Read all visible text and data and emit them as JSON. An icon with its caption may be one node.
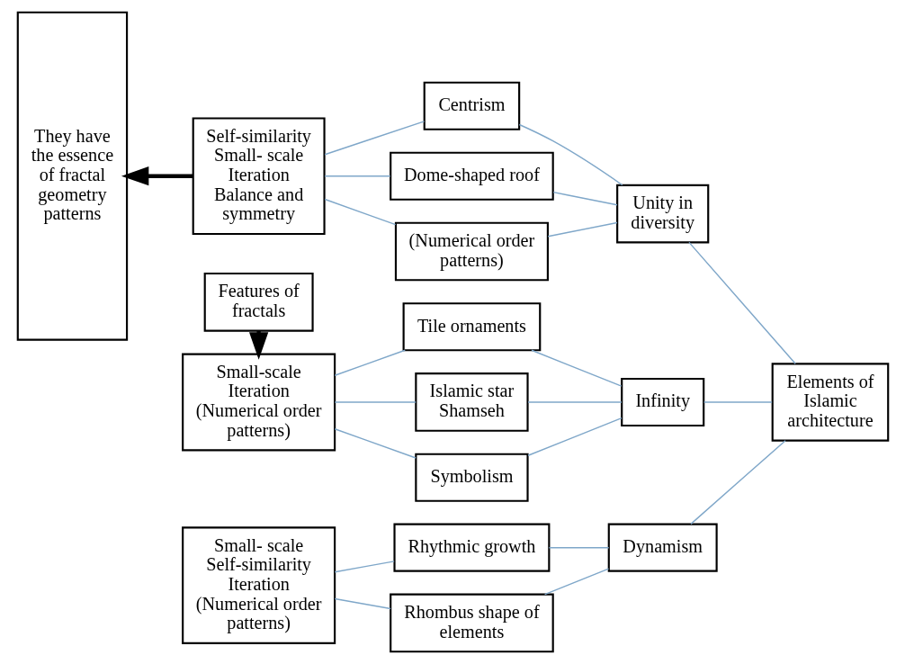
{
  "diagram": {
    "nodes": [
      {
        "text": [
          "They have the essence of fractal geometry patterns"
        ]
      },
      {
        "text": [
          "Features of fractals"
        ]
      },
      {
        "text": [
          "Small-scale Iteration (Numerical order patterns)"
        ]
      },
      {
        "text": [
          "Tile ornaments"
        ]
      },
      {
        "text": [
          "Islamic star Shamseh"
        ]
      },
      {
        "text": [
          "Symbolism"
        ]
      },
      {
        "text": [
          "Infinity"
        ]
      },
      {
        "text": [
          "Self-similarity Small- scale Iteration Balance and symmetry"
        ]
      },
      {
        "text": [
          "Centrism"
        ]
      },
      {
        "text": [
          "Dome-shaped roof"
        ]
      },
      {
        "text": [
          "(Numerical order patterns)"
        ]
      },
      {
        "text": [
          "Unity in diversity"
        ]
      },
      {
        "text": [
          "Small- scale Self-similarity Iteration (Numerical order patterns)"
        ]
      },
      {
        "text": [
          "Rhythmic growth"
        ]
      },
      {
        "text": [
          "Rhombus shape of elements"
        ]
      },
      {
        "text": [
          "Dynamism"
        ]
      },
      {
        "text": [
          "Elements of Islamic architecture"
        ]
      }
    ],
    "edges": [
      {
        "from": 1,
        "to": 2,
        "arrow": "to",
        "style": "thick",
        "color": "#000000"
      },
      {
        "from": 2,
        "to": 3,
        "arrow": "none"
      },
      {
        "from": 2,
        "to": 4,
        "arrow": "none"
      },
      {
        "from": 2,
        "to": 5,
        "arrow": "none"
      },
      {
        "from": 3,
        "to": 6,
        "arrow": "none"
      },
      {
        "from": 4,
        "to": 6,
        "arrow": "none"
      },
      {
        "from": 5,
        "to": 6,
        "arrow": "none"
      },
      {
        "from": 7,
        "to": 8,
        "arrow": "none"
      },
      {
        "from": 7,
        "to": 9,
        "arrow": "none"
      },
      {
        "from": 7,
        "to": 10,
        "arrow": "none"
      },
      {
        "from": 8,
        "to": 11,
        "arrow": "none"
      },
      {
        "from": 9,
        "to": 11,
        "arrow": "none"
      },
      {
        "from": 10,
        "to": 11,
        "arrow": "none"
      },
      {
        "from": 12,
        "to": 13,
        "arrow": "none"
      },
      {
        "from": 12,
        "to": 14,
        "arrow": "none"
      },
      {
        "from": 13,
        "to": 15,
        "arrow": "none"
      },
      {
        "from": 14,
        "to": 15,
        "arrow": "none"
      },
      {
        "from": 6,
        "to": 16,
        "arrow": "none"
      },
      {
        "from": 11,
        "to": 16,
        "arrow": "none"
      },
      {
        "from": 15,
        "to": 16,
        "arrow": "none"
      },
      {
        "from": 7,
        "to": 0,
        "arrow": "to",
        "style": "thick",
        "color": "#000000"
      }
    ]
  }
}
